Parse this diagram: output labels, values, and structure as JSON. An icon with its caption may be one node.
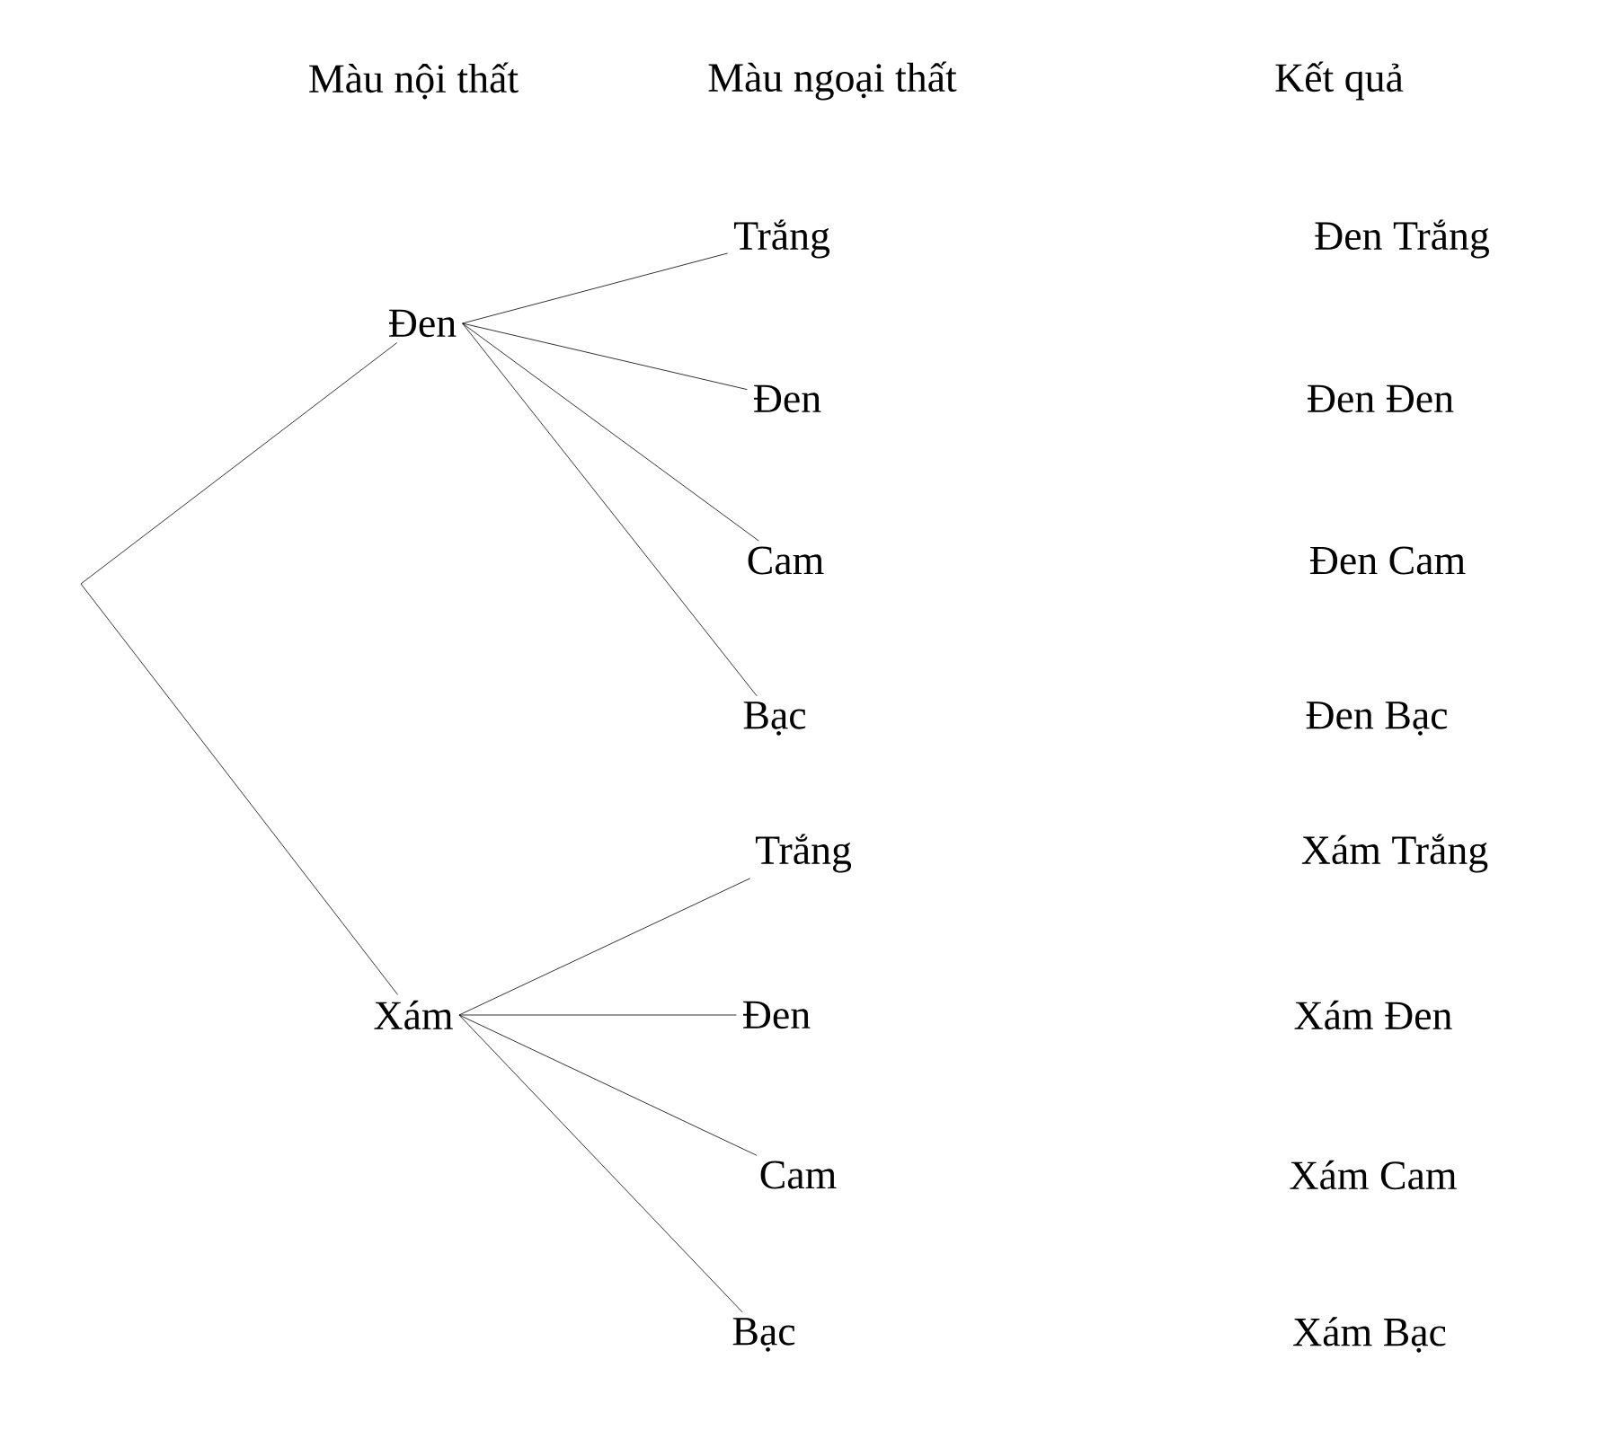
{
  "diagram": {
    "nodes": [
      {
        "text": [
          "Đen"
        ]
      },
      {
        "text": [
          "Xám"
        ]
      },
      {
        "text": [
          "Trắng"
        ]
      },
      {
        "text": [
          "Đen"
        ]
      },
      {
        "text": [
          "Cam"
        ]
      },
      {
        "text": [
          "Bạc"
        ]
      },
      {
        "text": [
          "Trắng"
        ]
      },
      {
        "text": [
          "Đen"
        ]
      },
      {
        "text": [
          "Cam"
        ]
      },
      {
        "text": [
          "Bạc"
        ]
      }
    ],
    "edges": [
      {
        "from": null,
        "to": 0,
        "arrow": "none"
      },
      {
        "from": null,
        "to": 1,
        "arrow": "none"
      },
      {
        "from": 0,
        "to": 2,
        "arrow": "none"
      },
      {
        "from": 0,
        "to": 3,
        "arrow": "none"
      },
      {
        "from": 0,
        "to": 4,
        "arrow": "none"
      },
      {
        "from": 0,
        "to": 5,
        "arrow": "none"
      },
      {
        "from": 1,
        "to": 6,
        "arrow": "none"
      },
      {
        "from": 1,
        "to": 7,
        "arrow": "none"
      },
      {
        "from": 1,
        "to": 8,
        "arrow": "none"
      },
      {
        "from": 1,
        "to": 9,
        "arrow": "none"
      }
    ],
    "labels": [
      "Màu nội thất",
      "Màu ngoại thất",
      "Kết quả",
      "Đen Trắng",
      "Đen Đen",
      "Đen Cam",
      "Đen Bạc",
      "Xám Trắng",
      "Xám Đen",
      "Xám Cam",
      "Xám Bạc"
    ]
  }
}
